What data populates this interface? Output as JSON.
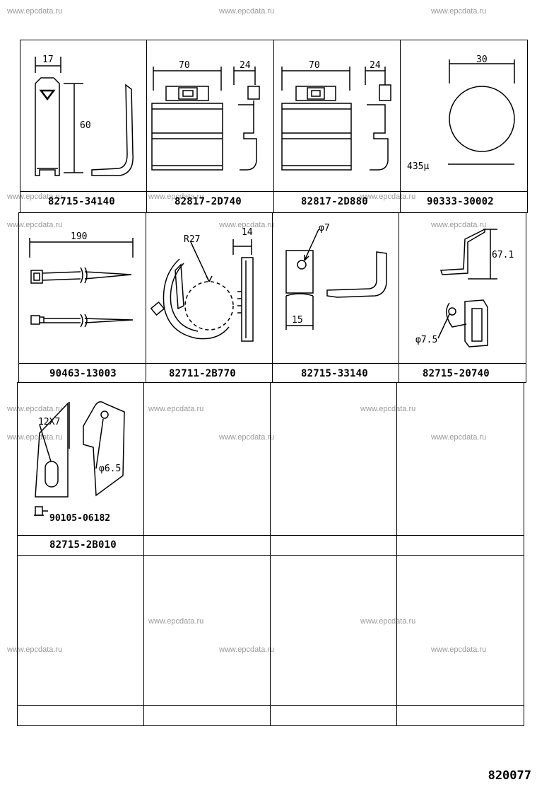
{
  "watermark": "www.epcdata.ru",
  "diagram_number": "820077",
  "cells": [
    {
      "part_no": "82715-34140",
      "dims": [
        "17",
        "60"
      ]
    },
    {
      "part_no": "82817-2D740",
      "dims": [
        "70",
        "24"
      ]
    },
    {
      "part_no": "82817-2D880",
      "dims": [
        "70",
        "24"
      ]
    },
    {
      "part_no": "90333-30002",
      "dims": [
        "30",
        "435µ"
      ]
    },
    {
      "part_no": "90463-13003",
      "dims": [
        "190"
      ]
    },
    {
      "part_no": "82711-2B770",
      "dims": [
        "R27",
        "14"
      ]
    },
    {
      "part_no": "82715-33140",
      "dims": [
        "φ7",
        "15"
      ]
    },
    {
      "part_no": "82715-20740",
      "dims": [
        "67.1",
        "φ7.5"
      ]
    },
    {
      "part_no": "82715-2B010",
      "dims": [
        "12X7",
        "φ6.5"
      ],
      "bolt_no": "90105-06182"
    }
  ]
}
